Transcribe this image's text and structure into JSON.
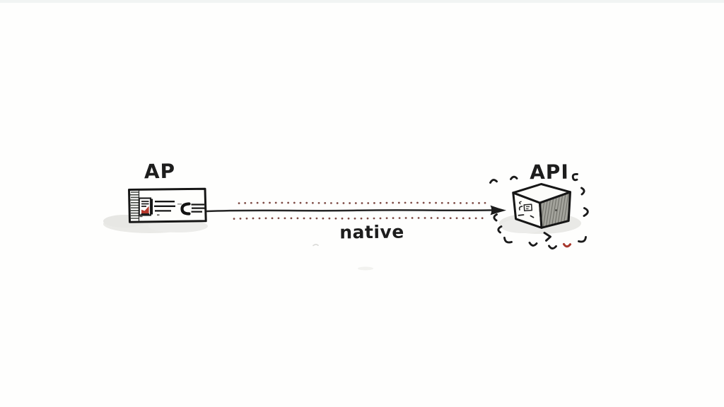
{
  "nodes": {
    "ap": {
      "label": "AP",
      "icon": "document-card-icon"
    },
    "api": {
      "label": "API",
      "icon": "cube-box-icon"
    }
  },
  "edge": {
    "label": "native",
    "direction": "left-to-right",
    "line_style": "solid black line with red dotted lines above and below"
  },
  "decorations": {
    "api_burst": "sparkle-chevron-marks",
    "red_sparkle": "red-check-mark"
  },
  "colors": {
    "ink": "#1d1d1d",
    "dot_red": "#7d4a44",
    "accent_red": "#b5372a",
    "cube_side_gray": "#a4a49d",
    "shadow_gray": "#e9e9e6",
    "background": "#fefefd"
  }
}
